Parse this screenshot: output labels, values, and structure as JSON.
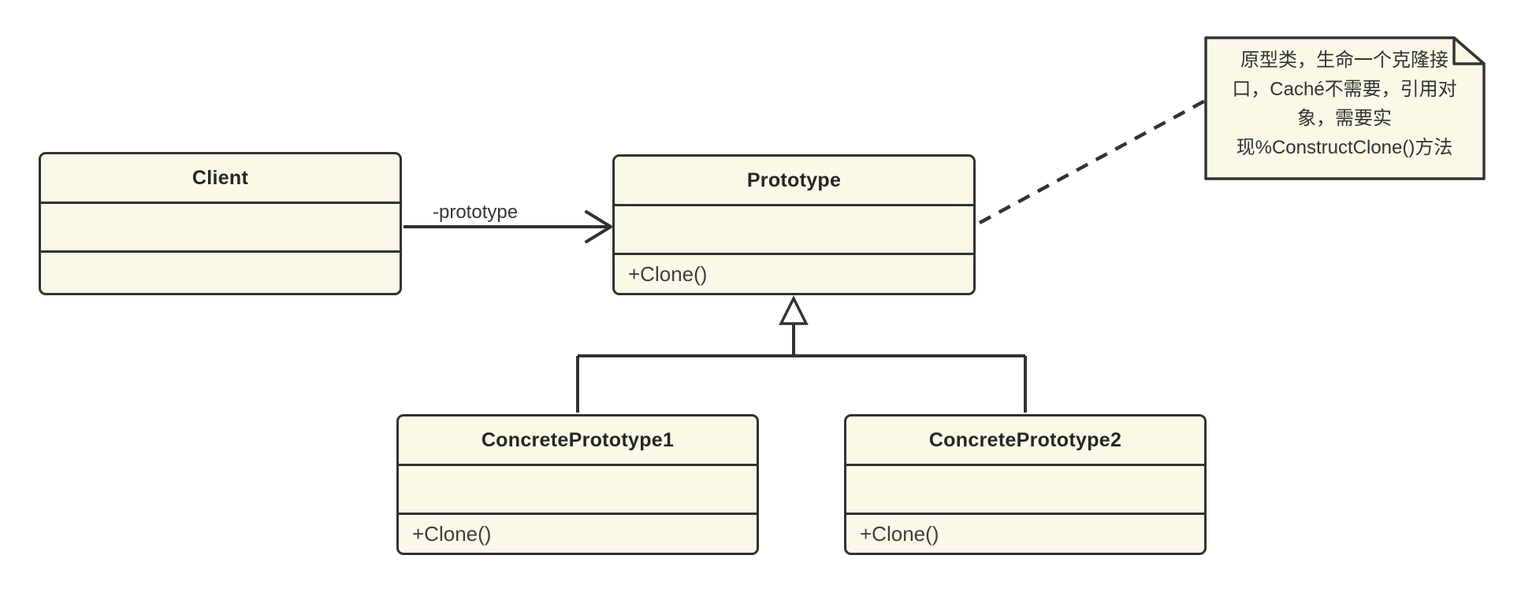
{
  "colors": {
    "background": "#ffffff",
    "shape_fill": "#faf9e8",
    "stroke": "#323232",
    "title_text": "#262626",
    "member_text": "#3e3e3e"
  },
  "classes": {
    "client": {
      "name": "Client",
      "methods": ""
    },
    "prototype": {
      "name": "Prototype",
      "methods": "+Clone()"
    },
    "concrete1": {
      "name": "ConcretePrototype1",
      "methods": "+Clone()"
    },
    "concrete2": {
      "name": "ConcretePrototype2",
      "methods": "+Clone()"
    }
  },
  "association": {
    "label": "-prototype"
  },
  "note": {
    "text": "原型类，生命一个克隆接口，Caché不需要，引用对象，需要实现%ConstructClone()方法",
    "lines": [
      "原型类，生命一个克隆接",
      "口，Caché不需要，引用对",
      "象，需要实",
      "现%ConstructClone()方法"
    ]
  }
}
